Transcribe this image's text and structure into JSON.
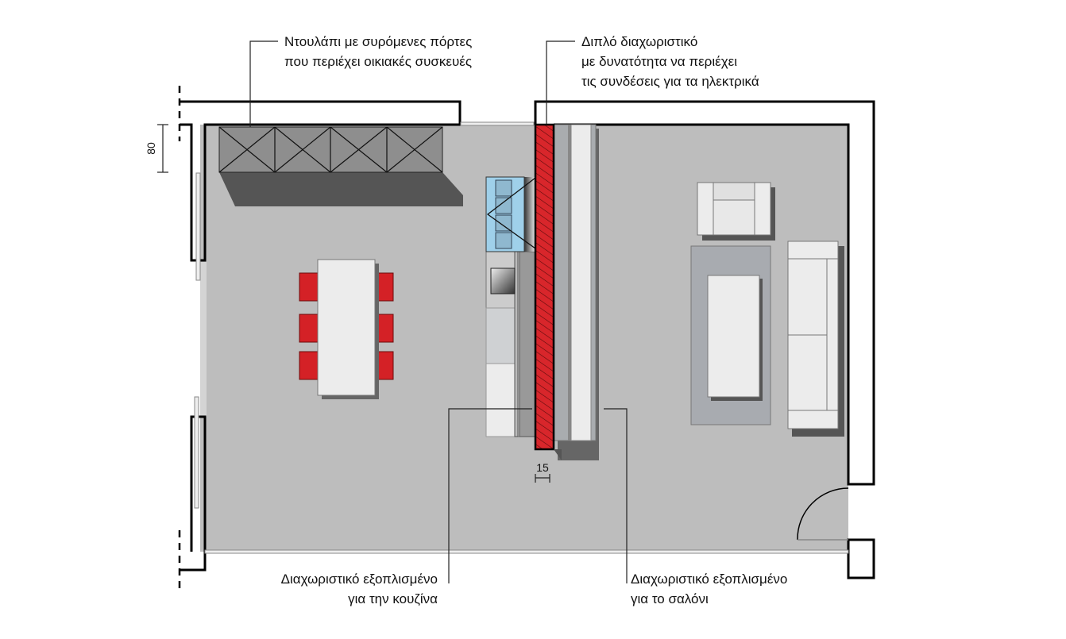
{
  "labels": {
    "wardrobe": [
      "Ντουλάπι με συρόμενες πόρτες",
      "που περιέχει οικιακές συσκευές"
    ],
    "double_divider": [
      "Διπλό διαχωριστικό",
      "με δυνατότητα να περιέχει",
      "τις συνδέσεις για τα ηλεκτρικά"
    ],
    "kitchen_divider": [
      "Διαχωριστικό εξοπλισμένο",
      "για την κουζίνα"
    ],
    "living_divider": [
      "Διαχωριστικό εξοπλισμένο",
      "για το σαλόνι"
    ]
  },
  "dimensions": {
    "wardrobe_depth": "80",
    "divider_thickness": "15"
  },
  "colors": {
    "floor": "#bdbdbd",
    "divider": "#d8262b",
    "chairs": "#d42126",
    "hob": "#9fd0ea"
  }
}
